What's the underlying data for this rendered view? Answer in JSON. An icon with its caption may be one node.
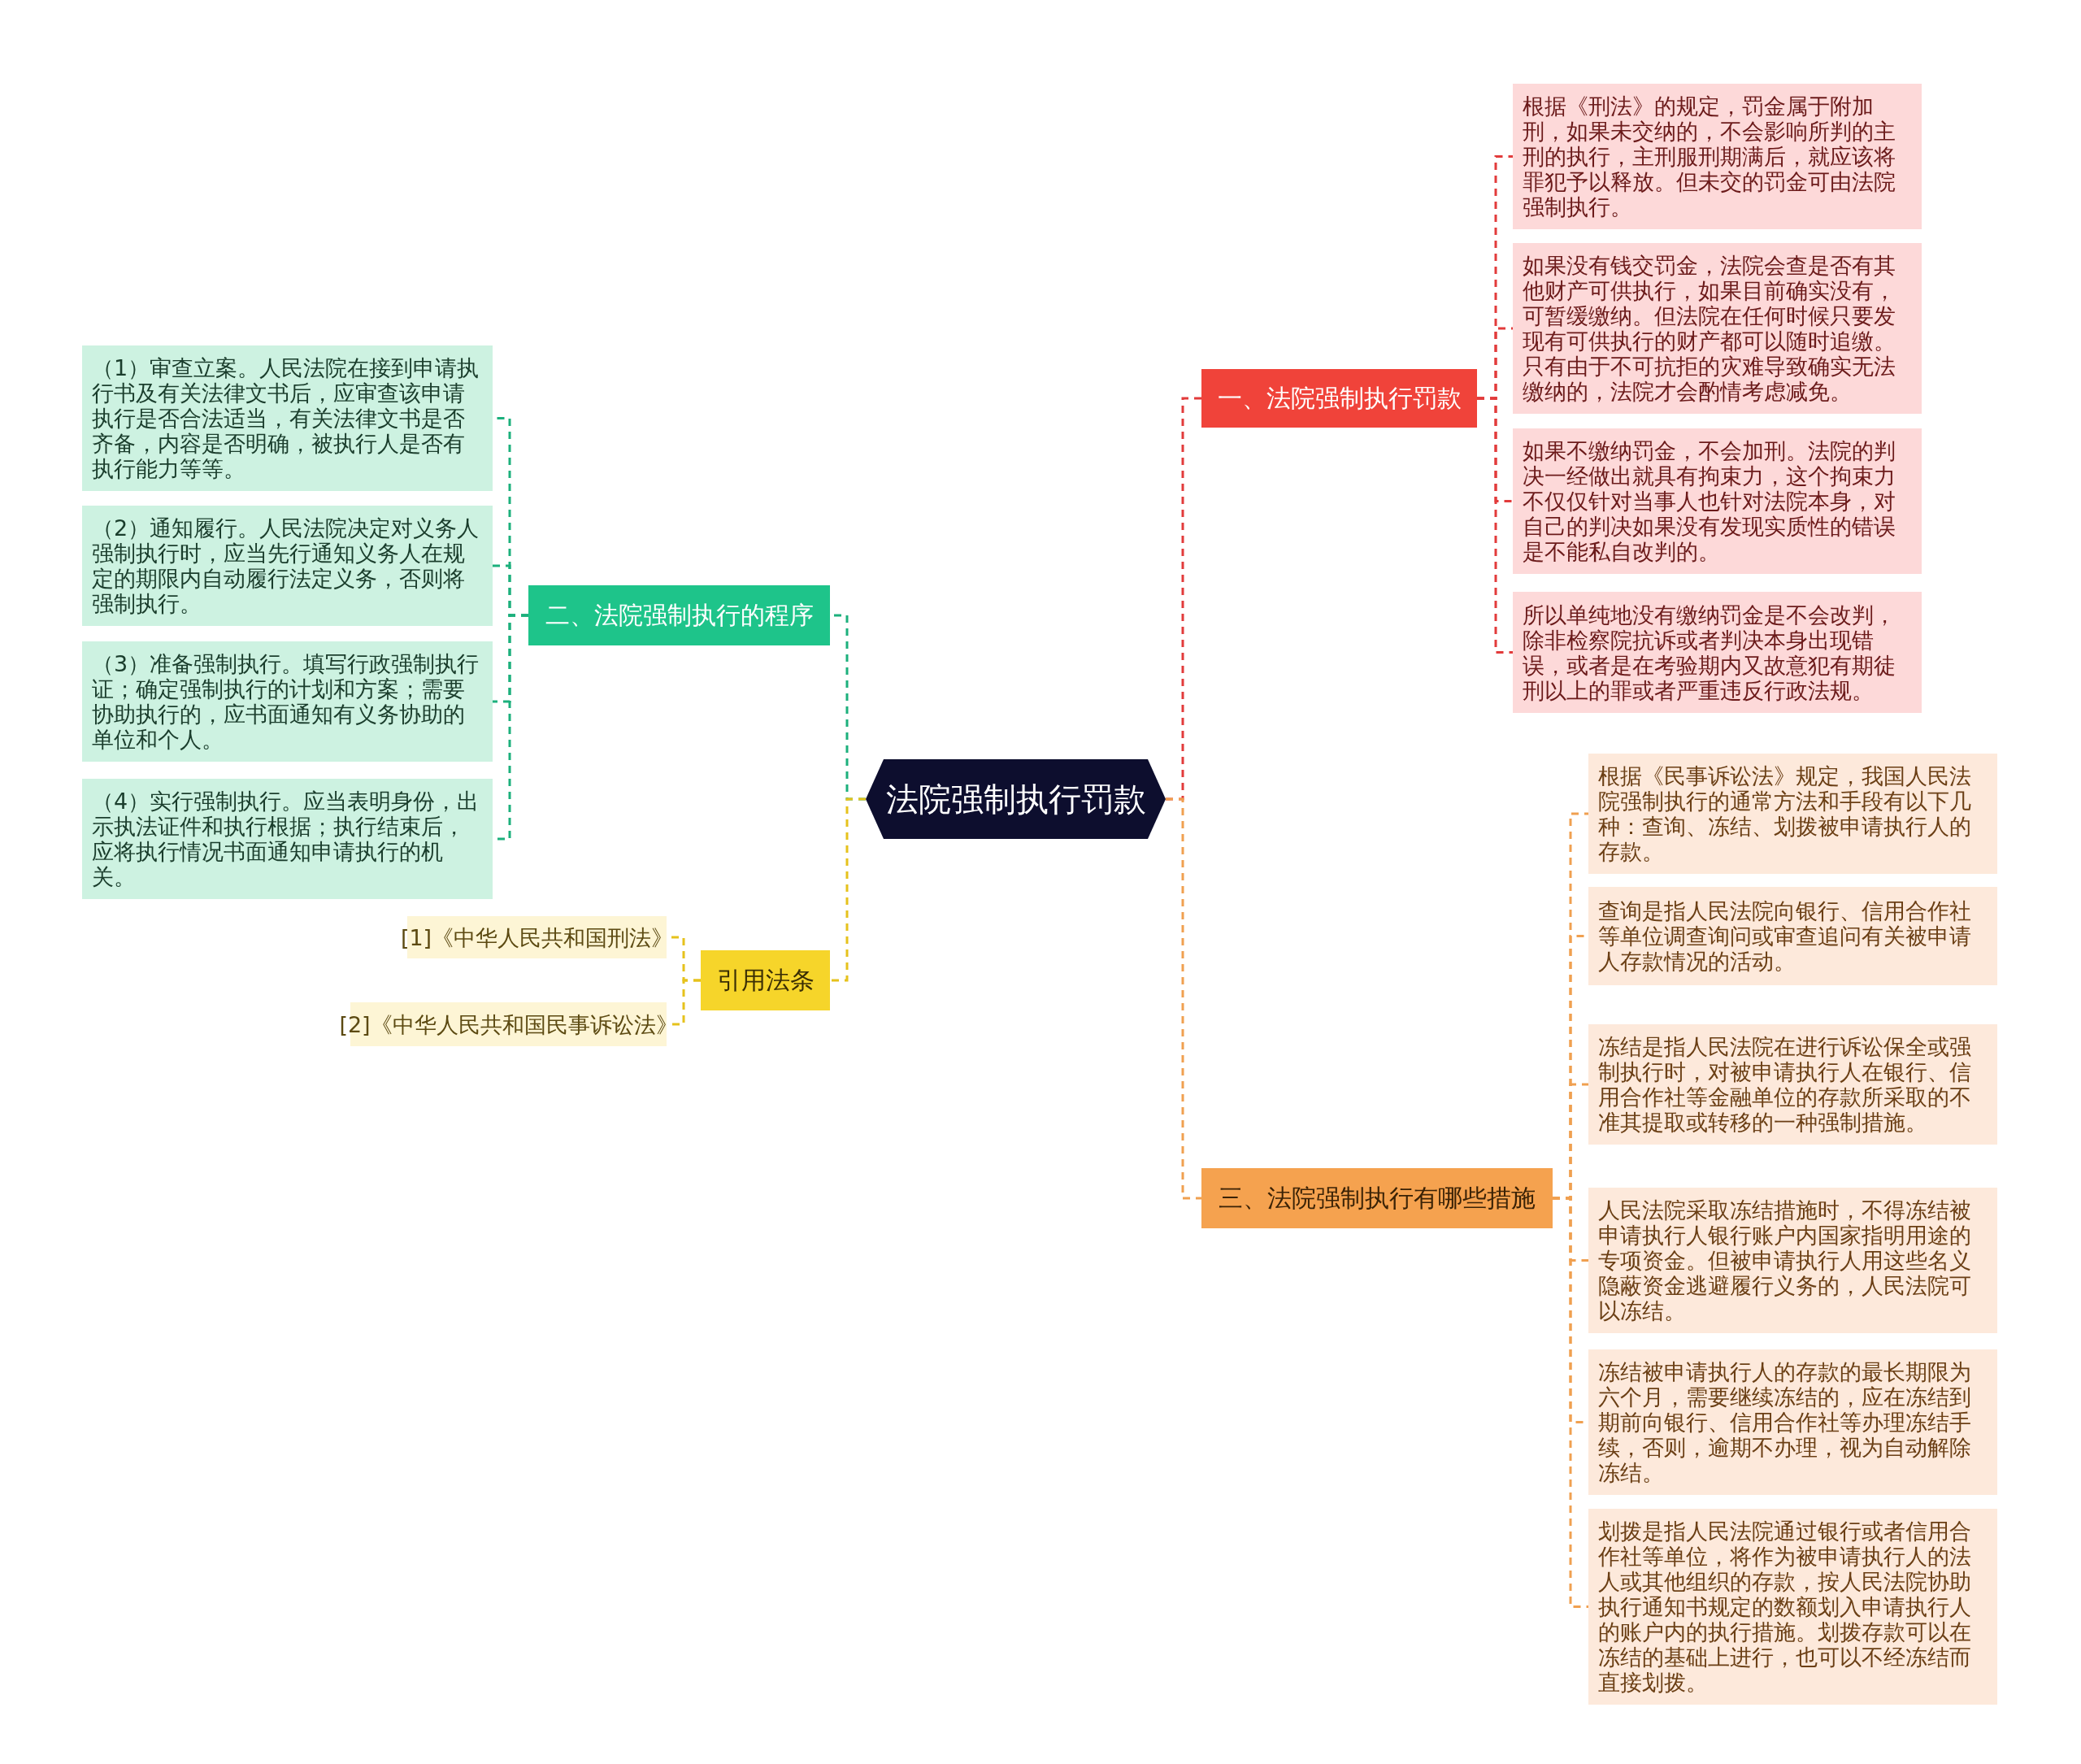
{
  "diagram": {
    "nodes": [
      {
        "text": [
          "法院强制执行罚款"
        ]
      },
      {
        "text": [
          "一、法院强制执行罚款"
        ]
      },
      {
        "text": [
          "根据《刑法》的规定，罚金属于附加刑，如果未交纳的，不会影响所判的主刑的执行，主刑服刑期满后，就应该将罪犯予以释放。但未交的罚金可由法院强制执行。"
        ]
      },
      {
        "text": [
          "如果没有钱交罚金，法院会查是否有其他财产可供执行，如果目前确实没有，可暂缓缴纳。但法院在任何时候只要发现有可供执行的财产都可以随时追缴。只有由于不可抗拒的灾难导致确实无法缴纳的，法院才会酌情考虑减免。"
        ]
      },
      {
        "text": [
          "如果不缴纳罚金，不会加刑。法院的判决一经做出就具有拘束力，这个拘束力不仅仅针对当事人也针对法院本身，对自己的判决如果没有发现实质性的错误是不能私自改判的。"
        ]
      },
      {
        "text": [
          "所以单纯地没有缴纳罚金是不会改判，除非检察院抗诉或者判决本身出现错误，或者是在考验期内又故意犯有期徒刑以上的罪或者严重违反行政法规。"
        ]
      },
      {
        "text": [
          "二、法院强制执行的程序"
        ]
      },
      {
        "text": [
          "（1）审查立案。人民法院在接到申请执行书及有关法律文书后，应审查该申请执行是否合法适当，有关法律文书是否齐备，内容是否明确，被执行人是否有执行能力等等。"
        ]
      },
      {
        "text": [
          "（2）通知履行。人民法院决定对义务人强制执行时，应当先行通知义务人在规定的期限内自动履行法定义务，否则将强制执行。"
        ]
      },
      {
        "text": [
          "（3）准备强制执行。填写行政强制执行证；确定强制执行的计划和方案；需要协助执行的，应书面通知有义务协助的单位和个人。"
        ]
      },
      {
        "text": [
          "（4）实行强制执行。应当表明身份，出示执法证件和执行根据；执行结束后，应将执行情况书面通知申请执行的机关。"
        ]
      },
      {
        "text": [
          "引用法条"
        ]
      },
      {
        "text": [
          "[1]《中华人民共和国刑法》"
        ]
      },
      {
        "text": [
          "[2]《中华人民共和国民事诉讼法》"
        ]
      },
      {
        "text": [
          "三、法院强制执行有哪些措施"
        ]
      },
      {
        "text": [
          "根据《民事诉讼法》规定，我国人民法院强制执行的通常方法和手段有以下几种：查询、冻结、划拨被申请执行人的存款。"
        ]
      },
      {
        "text": [
          "查询是指人民法院向银行、信用合作社等单位调查询问或审查追问有关被申请人存款情况的活动。"
        ]
      },
      {
        "text": [
          "冻结是指人民法院在进行诉讼保全或强制执行时，对被申请执行人在银行、信用合作社等金融单位的存款所采取的不准其提取或转移的一种强制措施。"
        ]
      },
      {
        "text": [
          "人民法院采取冻结措施时，不得冻结被申请执行人银行账户内国家指明用途的专项资金。但被申请执行人用这些名义隐蔽资金逃避履行义务的，人民法院可以冻结。"
        ]
      },
      {
        "text": [
          "冻结被申请执行人的存款的最长期限为六个月，需要继续冻结的，应在冻结到期前向银行、信用合作社等办理冻结手续，否则，逾期不办理，视为自动解除冻结。"
        ]
      },
      {
        "text": [
          "划拨是指人民法院通过银行或者信用合作社等单位，将作为被申请执行人的法人或其他组织的存款，按人民法院协助执行通知书规定的数额划入申请执行人的账户内的执行措施。划拨存款可以在冻结的基础上进行，也可以不经冻结而直接划拨。"
        ]
      }
    ],
    "edges": [
      {
        "from": 0,
        "to": 1,
        "arrow": "none",
        "color": "#e23b3b"
      },
      {
        "from": 1,
        "to": 2,
        "arrow": "none",
        "color": "#e23b3b"
      },
      {
        "from": 1,
        "to": 3,
        "arrow": "none",
        "color": "#e23b3b"
      },
      {
        "from": 1,
        "to": 4,
        "arrow": "none",
        "color": "#e23b3b"
      },
      {
        "from": 1,
        "to": 5,
        "arrow": "none",
        "color": "#e23b3b"
      },
      {
        "from": 0,
        "to": 6,
        "arrow": "none",
        "color": "#1cb07c"
      },
      {
        "from": 6,
        "to": 7,
        "arrow": "none",
        "color": "#1cb07c"
      },
      {
        "from": 6,
        "to": 8,
        "arrow": "none",
        "color": "#1cb07c"
      },
      {
        "from": 6,
        "to": 9,
        "arrow": "none",
        "color": "#1cb07c"
      },
      {
        "from": 6,
        "to": 10,
        "arrow": "none",
        "color": "#1cb07c"
      },
      {
        "from": 0,
        "to": 11,
        "arrow": "none",
        "color": "#e6c21c"
      },
      {
        "from": 11,
        "to": 12,
        "arrow": "none",
        "color": "#e6c21c"
      },
      {
        "from": 11,
        "to": 13,
        "arrow": "none",
        "color": "#e6c21c"
      },
      {
        "from": 0,
        "to": 14,
        "arrow": "none"
      },
      {
        "from": 14,
        "to": 15,
        "arrow": "none"
      },
      {
        "from": 14,
        "to": 16,
        "arrow": "none"
      },
      {
        "from": 14,
        "to": 17,
        "arrow": "none"
      },
      {
        "from": 14,
        "to": 18,
        "arrow": "none"
      },
      {
        "from": 14,
        "to": 19,
        "arrow": "none"
      },
      {
        "from": 14,
        "to": 20,
        "arrow": "none"
      }
    ]
  }
}
